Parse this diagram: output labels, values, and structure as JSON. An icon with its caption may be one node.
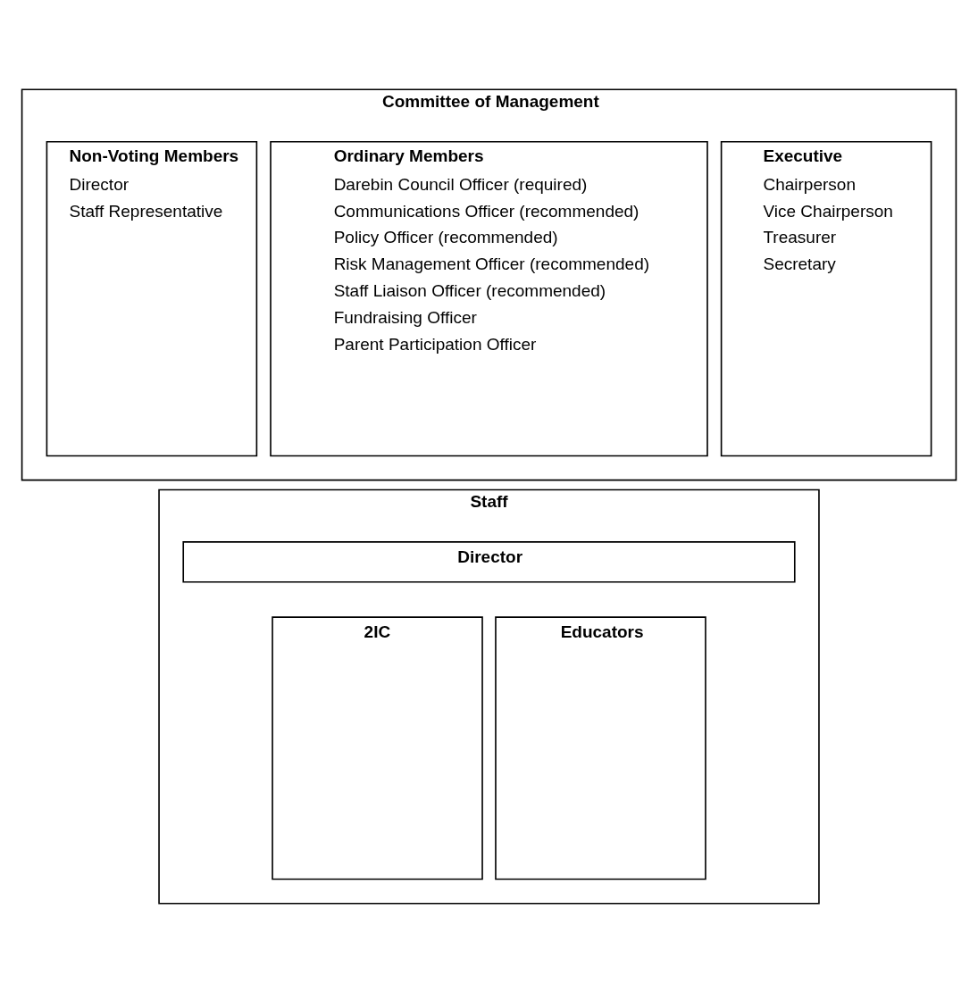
{
  "diagram": {
    "nodes": [
      {
        "text": [
          "Committee of Management"
        ]
      },
      {
        "text": [
          "Executive",
          "Chairperson",
          "Vice Chairperson",
          "Treasurer",
          "Secretary"
        ],
        "in": 0
      },
      {
        "text": [
          "Ordinary Members",
          "Darebin Council Officer (required)",
          "Communications Officer (recommended)",
          "Policy Officer (recommended)",
          "Risk Management Officer (recommended)",
          "Staff Liaison Officer (recommended)",
          "Fundraising Officer",
          "Parent Participation Officer"
        ],
        "in": 0
      },
      {
        "text": [
          "Non-Voting Members",
          "Director",
          "Staff Representative"
        ],
        "in": 0
      },
      {
        "text": [
          "Staff"
        ]
      },
      {
        "text": [
          "Director"
        ],
        "in": 4
      },
      {
        "text": [
          "2IC"
        ],
        "in": 4
      },
      {
        "text": [
          "Educators"
        ],
        "in": 4
      }
    ],
    "edges": []
  }
}
